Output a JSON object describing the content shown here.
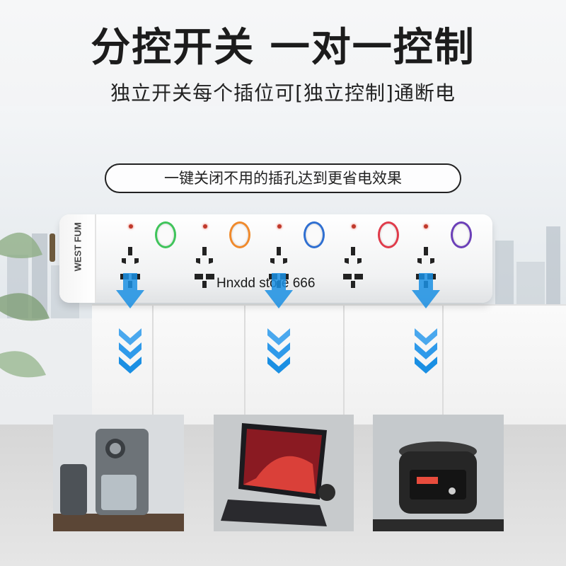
{
  "header": {
    "title": "分控开关 一对一控制",
    "subtitle": "独立开关每个插位可[独立控制]通断电",
    "pill_text": "一键关闭不用的插孔达到更省电效果"
  },
  "product": {
    "brand": "WEST FUM",
    "watermark": "Hnxdd store 666",
    "switch_colors": [
      "#3fc45a",
      "#f08a2c",
      "#2f6fd1",
      "#e03b4a",
      "#6b3fb8"
    ]
  },
  "colors": {
    "arrow": "#1a8fe3",
    "title_text": "#1c1c1c"
  },
  "photos": [
    {
      "subject": "water-dispenser"
    },
    {
      "subject": "tablet-with-keyboard"
    },
    {
      "subject": "rice-cooker"
    }
  ]
}
